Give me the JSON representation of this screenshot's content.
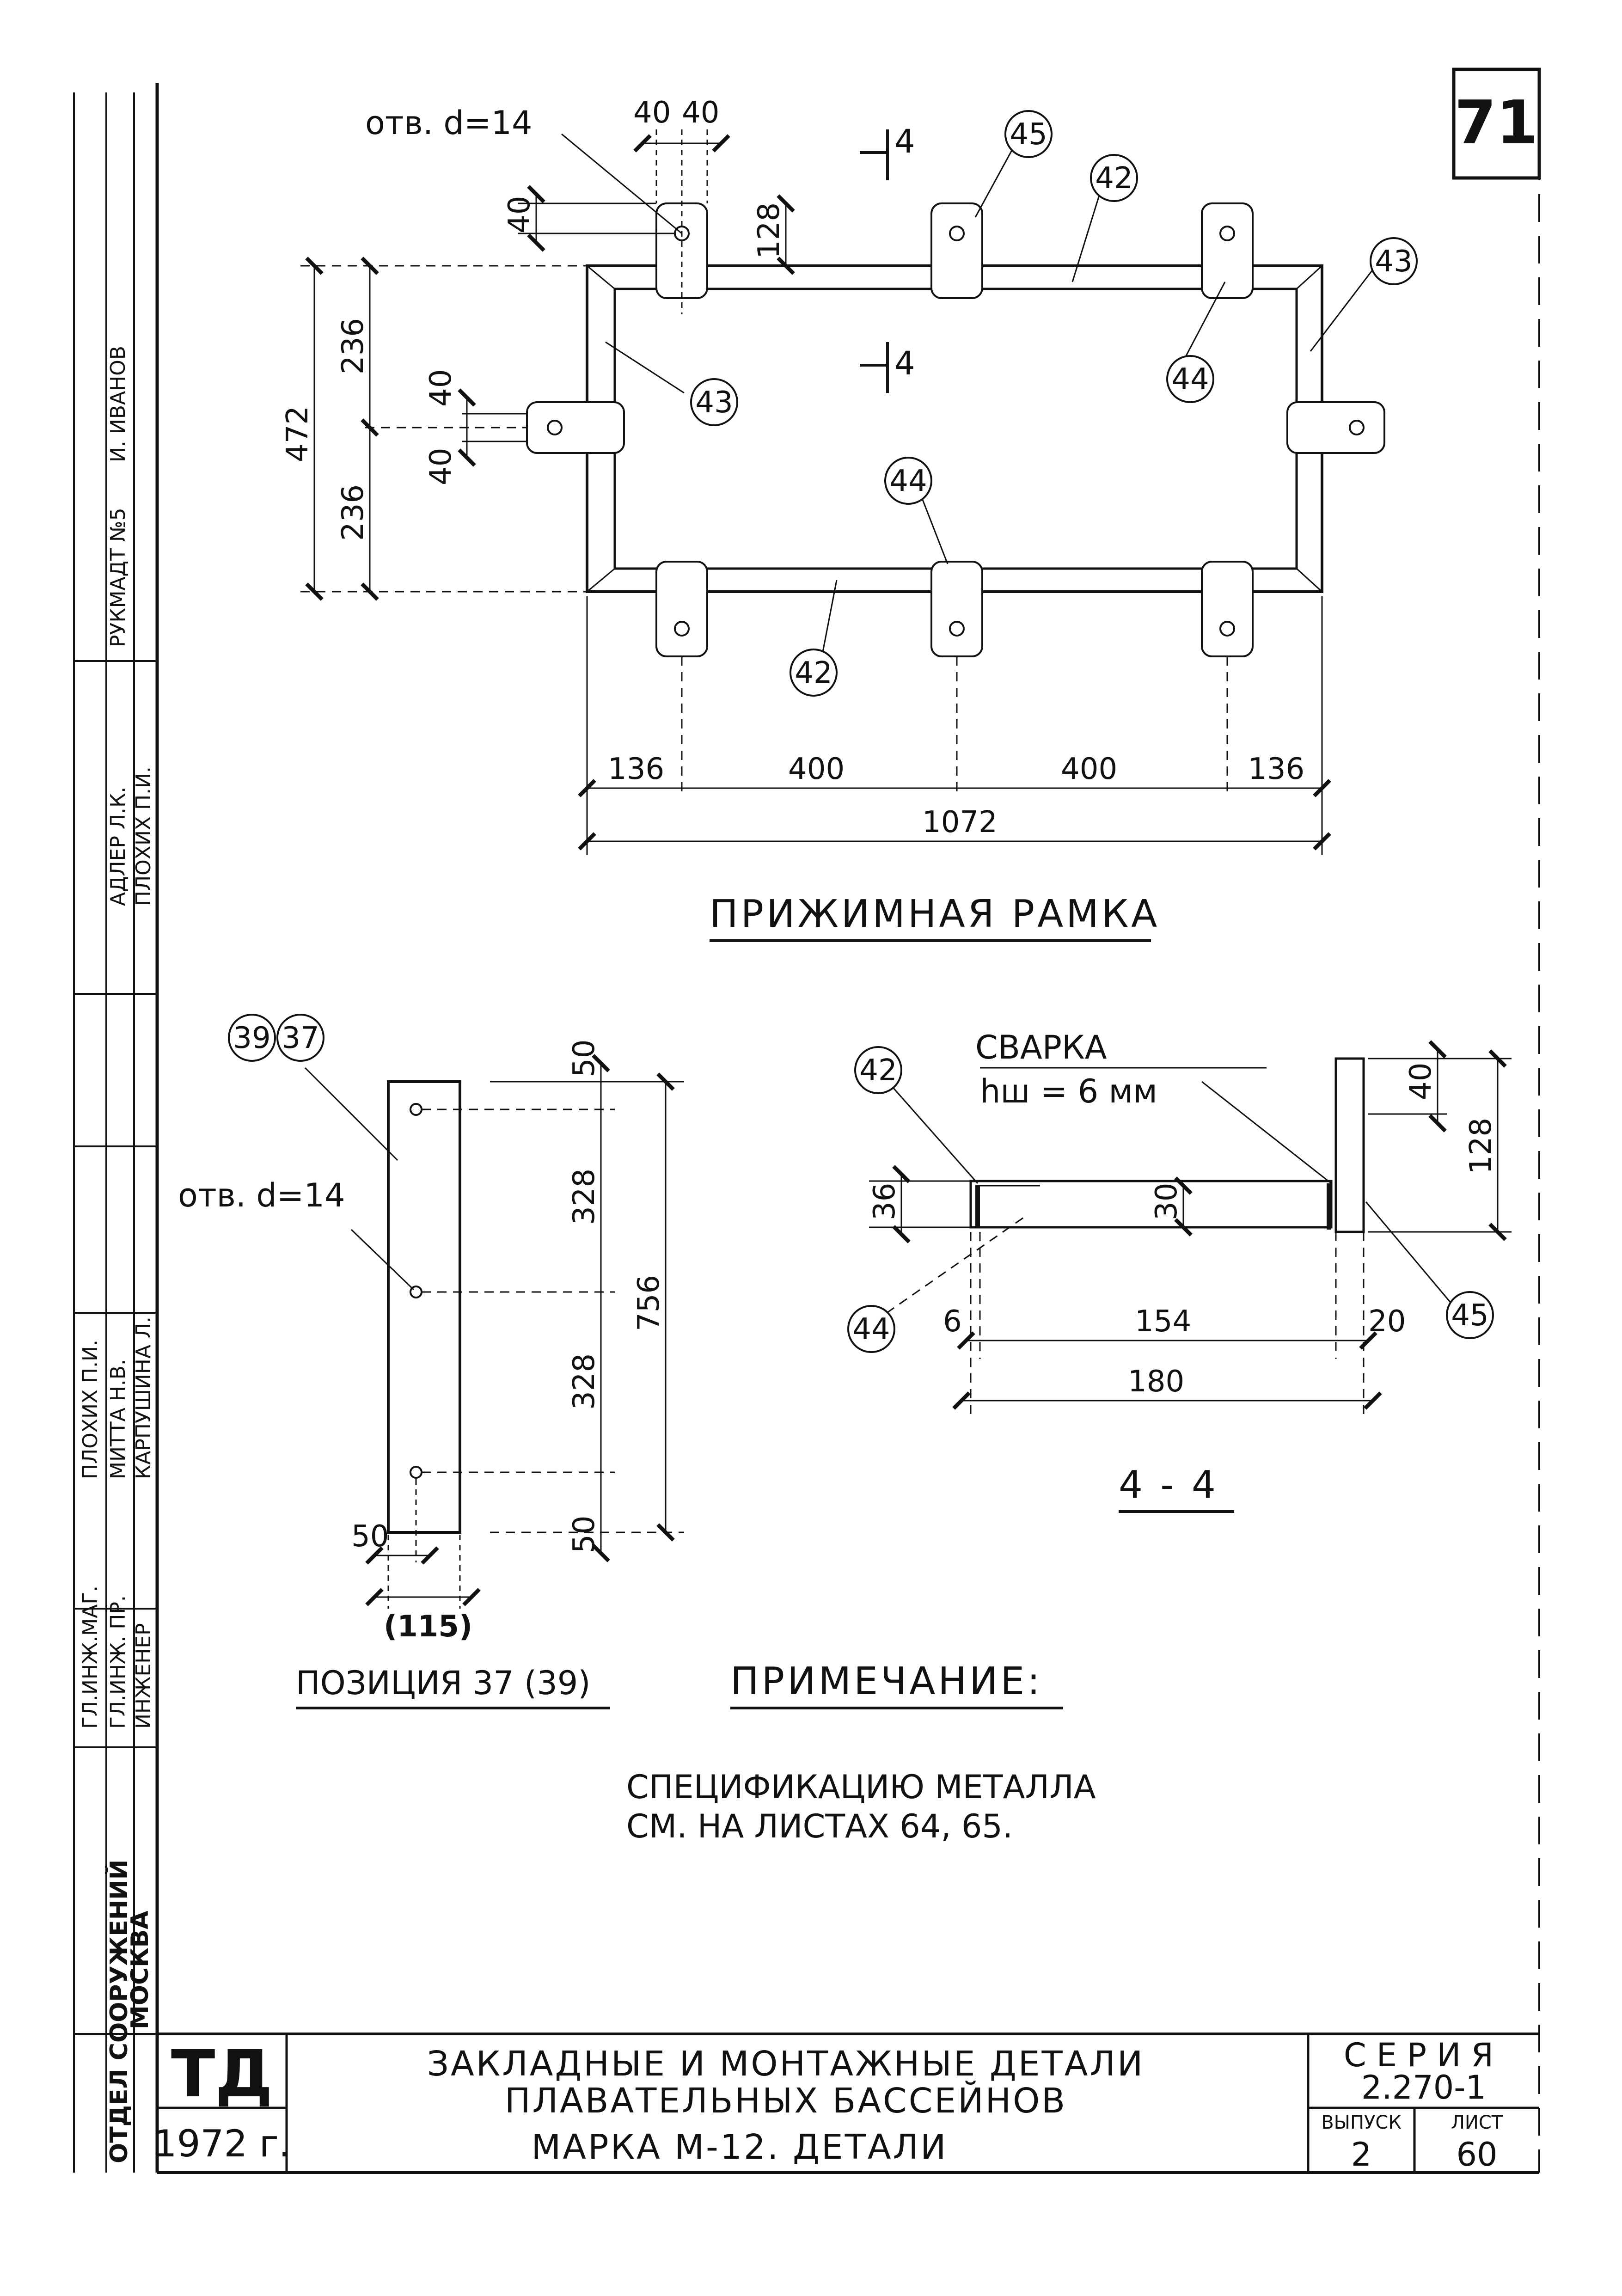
{
  "sheet_number": "71",
  "frame_labels": {
    "dept": "ОТДЕЛ СООРУЖЕНИЙ",
    "city": "МОСКВА",
    "chief_eng": "ГЛ.ИНЖ.МАГ.",
    "chief_eng_proj": "ГЛ.ИНЖ. ПР.",
    "engineer": "ИНЖЕНЕР",
    "name_plokhikh": "ПЛОХИХ П.И.",
    "name_mitta": "МИТТА Н.В.",
    "name_karpushina": "КАРПУШИНА Л.",
    "name_adler": "АДЛЕР Л.К.",
    "name_plokhikh2": "ПЛОХИХ П.И.",
    "handbook": "РУКМАДТ №5",
    "name_ivanov": "И. ИВАНОВ"
  },
  "frame_view": {
    "title": "ПРИЖИМНАЯ РАМКА",
    "hole_note": "отв. d=14",
    "dims": {
      "top_40a": "40",
      "top_40b": "40",
      "vert_40": "40",
      "d128": "128",
      "d236a": "236",
      "d236b": "236",
      "d472": "472",
      "d40c": "40",
      "d40d": "40",
      "d136a": "136",
      "d400a": "400",
      "d400b": "400",
      "d136b": "136",
      "d1072": "1072"
    },
    "section_mark_top": "4",
    "section_mark_mid": "4",
    "callouts": {
      "c45": "45",
      "c42a": "42",
      "c43a": "43",
      "c43b": "43",
      "c44a": "44",
      "c44b": "44",
      "c42b": "42"
    }
  },
  "position_view": {
    "title": "ПОЗИЦИЯ 37 (39)",
    "callout_a": "39",
    "callout_b": "37",
    "hole_note": "отв. d=14",
    "dims": {
      "d50top": "50",
      "d328a": "328",
      "d328b": "328",
      "d50bot": "50",
      "d756": "756",
      "d50w": "50",
      "d115": "(115)"
    }
  },
  "section_view": {
    "title": "4 - 4",
    "weld_note": "СВАРКА",
    "weld_size": "hш = 6 мм",
    "callouts": {
      "c42": "42",
      "c44": "44",
      "c45": "45"
    },
    "dims": {
      "d36": "36",
      "d30": "30",
      "d40": "40",
      "d128": "128",
      "d6": "6",
      "d154": "154",
      "d20": "20",
      "d180": "180"
    }
  },
  "note": {
    "heading": "ПРИМЕЧАНИЕ:",
    "line1": "СПЕЦИФИКАЦИЮ МЕТАЛЛА",
    "line2": "СМ. НА ЛИСТАХ 64, 65."
  },
  "title_block": {
    "logo": "ТД",
    "year": "1972 г.",
    "title_line1": "ЗАКЛАДНЫЕ И МОНТАЖНЫЕ ДЕТАЛИ",
    "title_line2": "ПЛАВАТЕЛЬНЫХ БАССЕЙНОВ",
    "subtitle": "МАРКА М-12. ДЕТАЛИ",
    "series_label": "СЕРИЯ",
    "series_value": "2.270-1",
    "issue_label": "ВЫПУСК",
    "issue_value": "2",
    "sheet_label": "ЛИСТ",
    "sheet_value": "60"
  }
}
